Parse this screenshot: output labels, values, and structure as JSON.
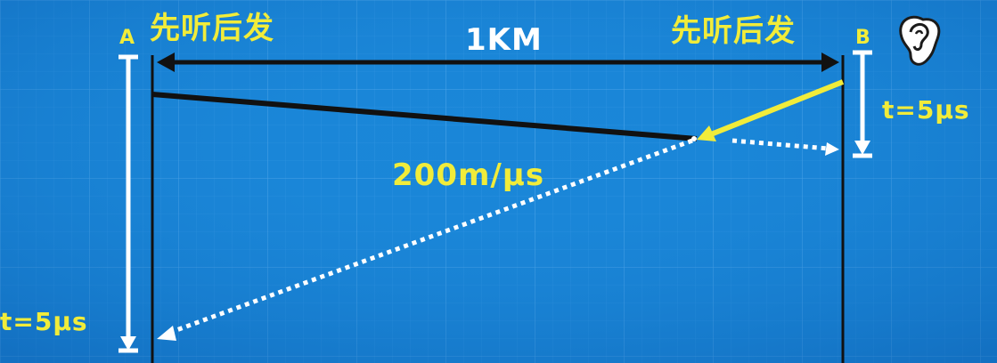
{
  "node_a": {
    "label": "A",
    "action": "先听后发"
  },
  "node_b": {
    "label": "B",
    "action": "先听后发"
  },
  "distance": "1KM",
  "speed": "200m/μs",
  "time_b": "t=5μs",
  "time_a": "t=5μs",
  "icon": "ear-icon",
  "colors": {
    "background": "#1a86d8",
    "grid": "#5fb0ef",
    "signal_a": "#111111",
    "signal_b": "#f1ec3a",
    "propagation": "#ffffff",
    "text_accent": "#f1ec3a"
  }
}
